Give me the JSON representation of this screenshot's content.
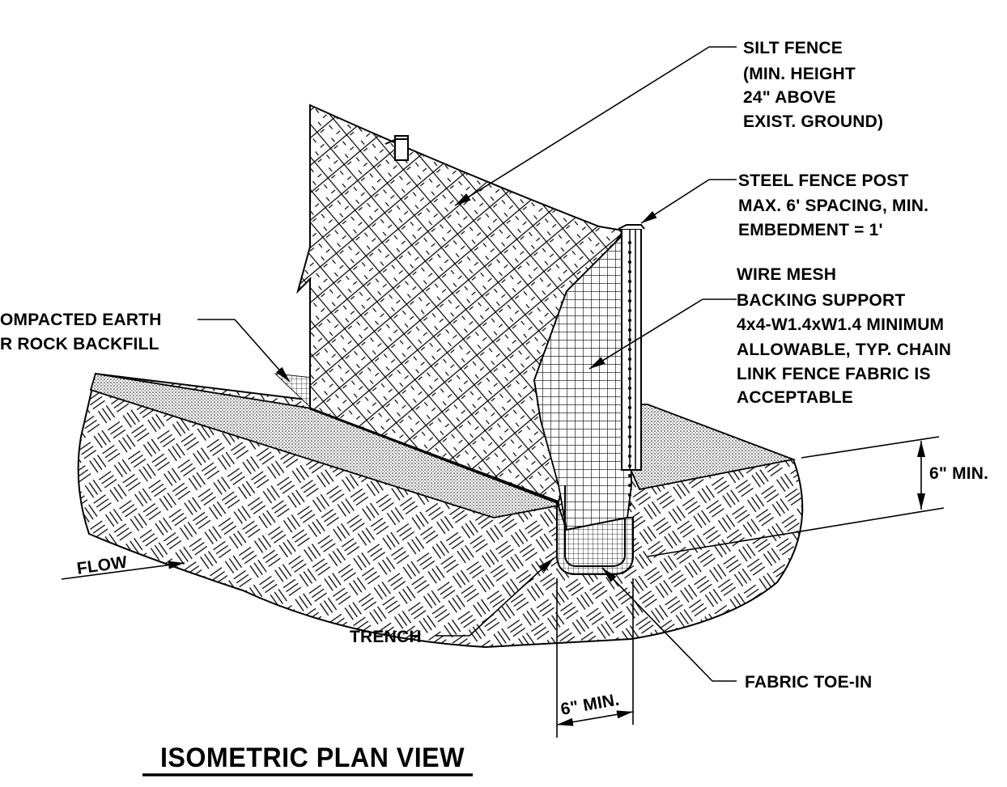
{
  "drawing": {
    "title": "ISOMETRIC PLAN VIEW",
    "labels": {
      "silt_fence": [
        "SILT FENCE",
        "(MIN. HEIGHT",
        "24\" ABOVE",
        "EXIST. GROUND)"
      ],
      "steel_post": [
        "STEEL FENCE POST",
        "MAX. 6' SPACING, MIN.",
        "EMBEDMENT = 1'"
      ],
      "wire_mesh": [
        "WIRE MESH",
        "BACKING SUPPORT",
        "4x4-W1.4xW1.4 MINIMUM",
        "ALLOWABLE, TYP. CHAIN",
        "LINK FENCE FABRIC IS",
        "ACCEPTABLE"
      ],
      "backfill": [
        "OMPACTED EARTH",
        "R ROCK BACKFILL"
      ],
      "trench": "TRENCH",
      "fabric_toe_in": "FABRIC TOE-IN",
      "depth_dim": "6\" MIN.",
      "width_dim": "6\" MIN.",
      "flow": "FLOW"
    }
  }
}
